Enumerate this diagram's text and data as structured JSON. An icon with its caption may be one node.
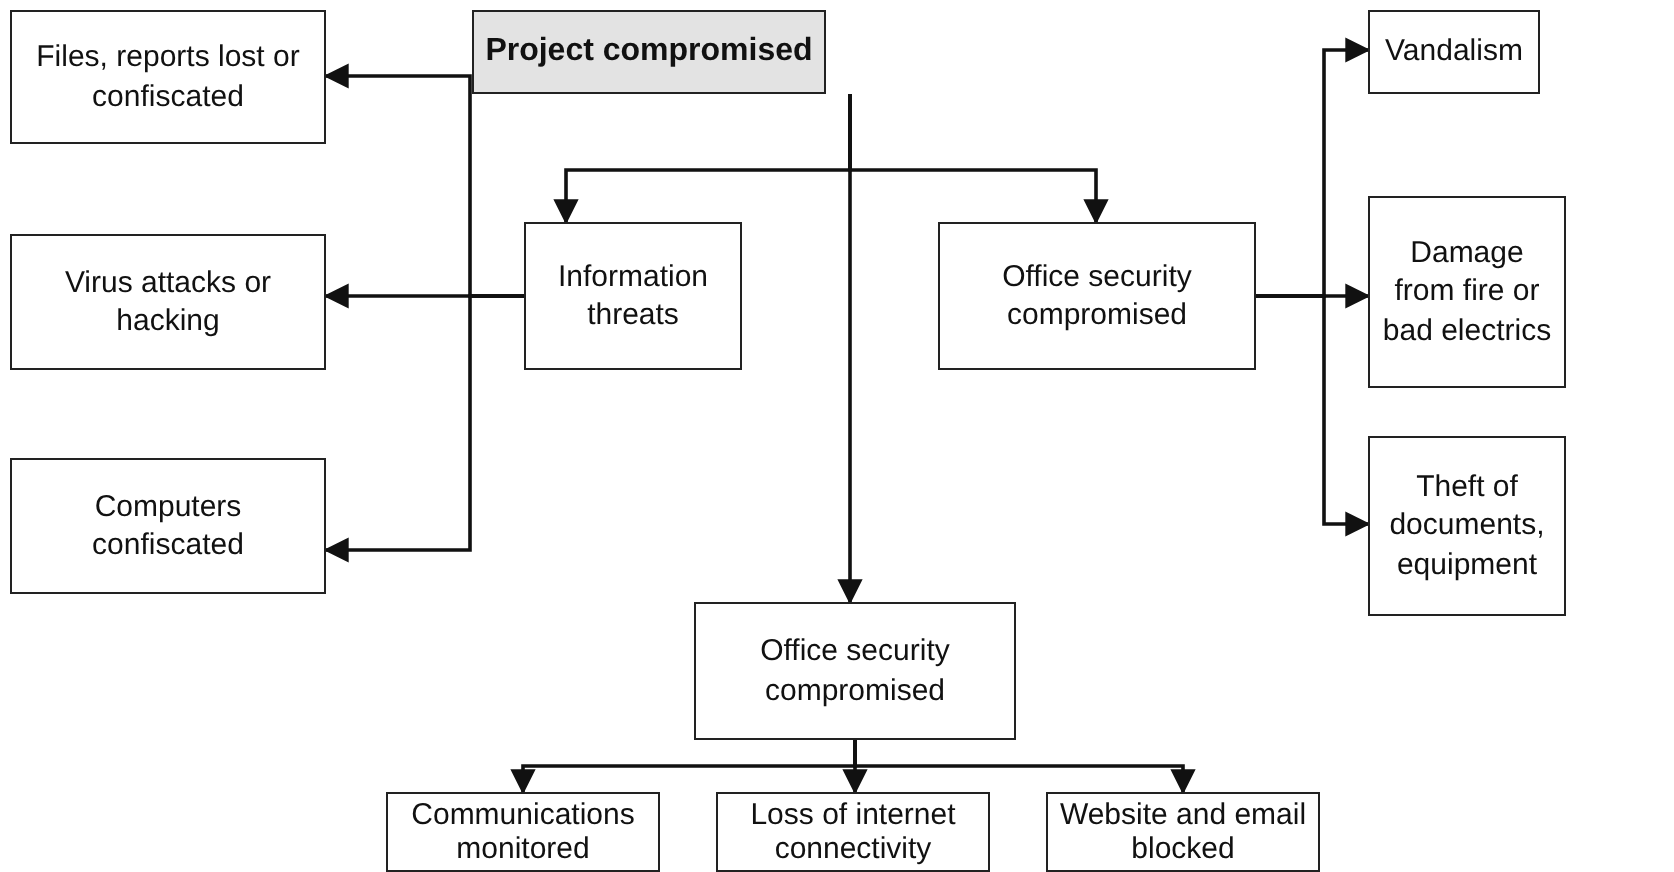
{
  "diagram": {
    "nodes": [
      {
        "text": [
          "Project compromised"
        ]
      },
      {
        "text": [
          "Information threats"
        ]
      },
      {
        "text": [
          "Office security compromised"
        ]
      },
      {
        "text": [
          "Files, reports lost or confiscated"
        ]
      },
      {
        "text": [
          "Virus attacks or hacking"
        ]
      },
      {
        "text": [
          "Computers confiscated"
        ]
      },
      {
        "text": [
          "Vandalism"
        ]
      },
      {
        "text": [
          "Damage from fire or bad electrics"
        ]
      },
      {
        "text": [
          "Theft of documents, equipment"
        ]
      },
      {
        "text": [
          "Office security compromised"
        ]
      },
      {
        "text": [
          "Communications monitored"
        ]
      },
      {
        "text": [
          "Loss of internet connectivity"
        ]
      },
      {
        "text": [
          "Website and email blocked"
        ]
      }
    ],
    "edges": [
      {
        "from": 0,
        "to": 1,
        "arrow": "to"
      },
      {
        "from": 0,
        "to": 2,
        "arrow": "to"
      },
      {
        "from": 0,
        "to": 9,
        "arrow": "to"
      },
      {
        "from": 1,
        "to": 3,
        "arrow": "to"
      },
      {
        "from": 1,
        "to": 4,
        "arrow": "to"
      },
      {
        "from": 1,
        "to": 5,
        "arrow": "to"
      },
      {
        "from": 2,
        "to": 6,
        "arrow": "to"
      },
      {
        "from": 2,
        "to": 7,
        "arrow": "to"
      },
      {
        "from": 2,
        "to": 8,
        "arrow": "to"
      },
      {
        "from": 9,
        "to": 10,
        "arrow": "to"
      },
      {
        "from": 9,
        "to": 11,
        "arrow": "to"
      },
      {
        "from": 9,
        "to": 12,
        "arrow": "to"
      }
    ]
  }
}
